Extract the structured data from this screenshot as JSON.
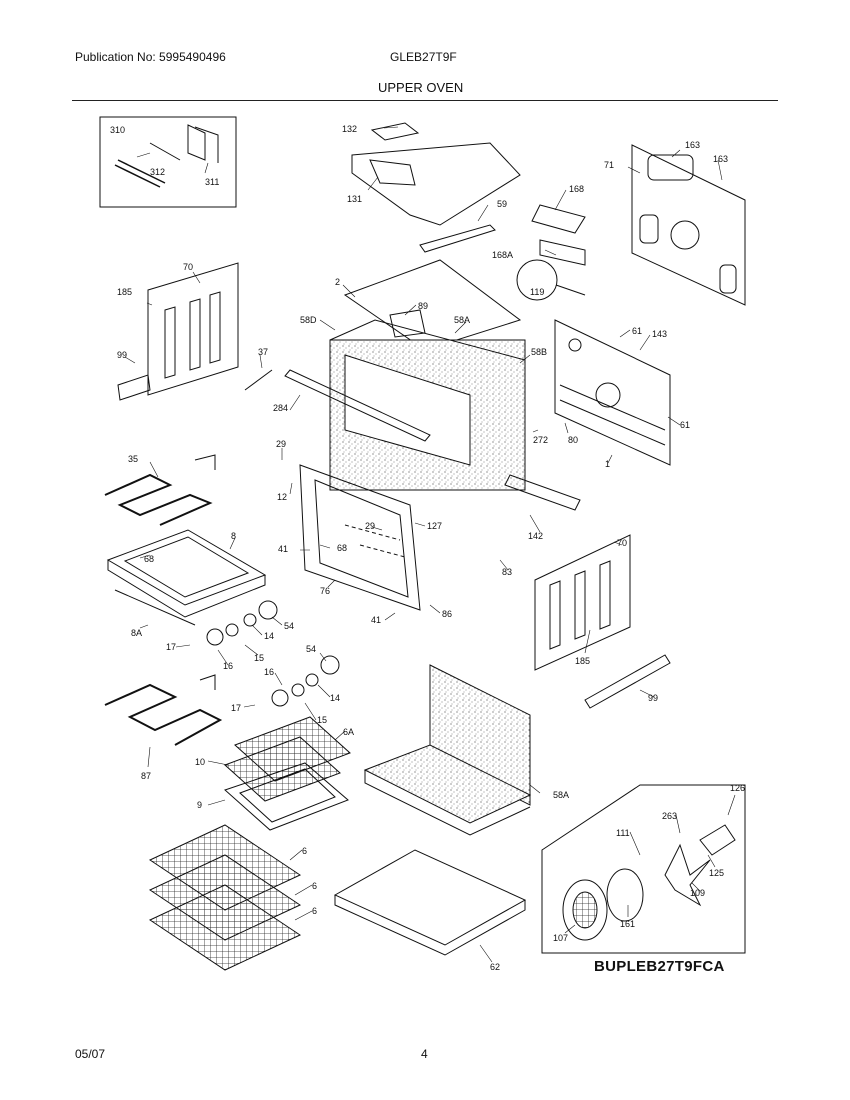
{
  "header": {
    "publication": "Publication No: 5995490496",
    "model": "GLEB27T9F",
    "title": "UPPER OVEN"
  },
  "diagram": {
    "parts": [
      {
        "id": "p310",
        "label": "310"
      },
      {
        "id": "p312",
        "label": "312"
      },
      {
        "id": "p311",
        "label": "311"
      },
      {
        "id": "p132",
        "label": "132"
      },
      {
        "id": "p131",
        "label": "131"
      },
      {
        "id": "p59",
        "label": "59"
      },
      {
        "id": "p163a",
        "label": "163"
      },
      {
        "id": "p163b",
        "label": "163"
      },
      {
        "id": "p71",
        "label": "71"
      },
      {
        "id": "p168",
        "label": "168"
      },
      {
        "id": "p168A",
        "label": "168A"
      },
      {
        "id": "p119",
        "label": "119"
      },
      {
        "id": "p70a",
        "label": "70"
      },
      {
        "id": "p185a",
        "label": "185"
      },
      {
        "id": "p99a",
        "label": "99"
      },
      {
        "id": "p2",
        "label": "2"
      },
      {
        "id": "p89",
        "label": "89"
      },
      {
        "id": "p58D",
        "label": "58D"
      },
      {
        "id": "p58A_top",
        "label": "58A"
      },
      {
        "id": "p58B",
        "label": "58B"
      },
      {
        "id": "p61a",
        "label": "61"
      },
      {
        "id": "p143",
        "label": "143"
      },
      {
        "id": "p37",
        "label": "37"
      },
      {
        "id": "p284",
        "label": "284"
      },
      {
        "id": "p61b",
        "label": "61"
      },
      {
        "id": "p272",
        "label": "272"
      },
      {
        "id": "p80",
        "label": "80"
      },
      {
        "id": "p1",
        "label": "1"
      },
      {
        "id": "p29a",
        "label": "29"
      },
      {
        "id": "p35",
        "label": "35"
      },
      {
        "id": "p12",
        "label": "12"
      },
      {
        "id": "p127",
        "label": "127"
      },
      {
        "id": "p142",
        "label": "142"
      },
      {
        "id": "p29b",
        "label": "29"
      },
      {
        "id": "p68a",
        "label": "68"
      },
      {
        "id": "p8",
        "label": "8"
      },
      {
        "id": "p41a",
        "label": "41"
      },
      {
        "id": "p68b",
        "label": "68"
      },
      {
        "id": "p83",
        "label": "83"
      },
      {
        "id": "p70b",
        "label": "70"
      },
      {
        "id": "p76",
        "label": "76"
      },
      {
        "id": "p41b",
        "label": "41"
      },
      {
        "id": "p86",
        "label": "86"
      },
      {
        "id": "p54a",
        "label": "54"
      },
      {
        "id": "p14a",
        "label": "14"
      },
      {
        "id": "p8A",
        "label": "8A"
      },
      {
        "id": "p17a",
        "label": "17"
      },
      {
        "id": "p15a",
        "label": "15"
      },
      {
        "id": "p16a",
        "label": "16"
      },
      {
        "id": "p185b",
        "label": "185"
      },
      {
        "id": "p54b",
        "label": "54"
      },
      {
        "id": "p16b",
        "label": "16"
      },
      {
        "id": "p14b",
        "label": "14"
      },
      {
        "id": "p99b",
        "label": "99"
      },
      {
        "id": "p17b",
        "label": "17"
      },
      {
        "id": "p15b",
        "label": "15"
      },
      {
        "id": "p6A",
        "label": "6A"
      },
      {
        "id": "p87",
        "label": "87"
      },
      {
        "id": "p10",
        "label": "10"
      },
      {
        "id": "p58A_bot",
        "label": "58A"
      },
      {
        "id": "p9",
        "label": "9"
      },
      {
        "id": "p126",
        "label": "126"
      },
      {
        "id": "p263",
        "label": "263"
      },
      {
        "id": "p111",
        "label": "111"
      },
      {
        "id": "p125",
        "label": "125"
      },
      {
        "id": "p6a",
        "label": "6"
      },
      {
        "id": "p109",
        "label": "109"
      },
      {
        "id": "p6b",
        "label": "6"
      },
      {
        "id": "p6c",
        "label": "6"
      },
      {
        "id": "p161",
        "label": "161"
      },
      {
        "id": "p107",
        "label": "107"
      },
      {
        "id": "p62",
        "label": "62"
      }
    ]
  },
  "diagram_code": "BUPLEB27T9FCA",
  "footer": {
    "date": "05/07",
    "page": "4"
  }
}
